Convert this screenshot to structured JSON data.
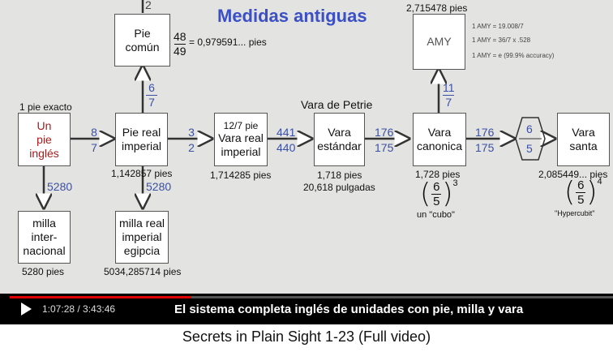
{
  "title": "Medidas antiguas",
  "top_number": "2",
  "boxes": {
    "pie_comun": "Pie\ncomún",
    "un_pie_ingles": "Un\npie\ninglés",
    "pie_real_imperial": "Pie real\nimperial",
    "vara_real_imperial_top": "12/7 pie",
    "vara_real_imperial": "Vara real\nimperial",
    "vara_estandar": "Vara\nestándar",
    "vara_canonica": "Vara\ncanonica",
    "vara_santa": "Vara\nsanta",
    "amy": "AMY",
    "milla_internacional": "milla\ninter-\nnacional",
    "milla_real_imperial_egipcia": "milla real\nimperial\negipcia"
  },
  "ratios": {
    "pie_comun_num": "48",
    "pie_comun_den": "49",
    "pie_comun_value": "= 0,979591... pies",
    "up_num": "6",
    "up_den": "7",
    "ingles_to_imperial_num": "8",
    "ingles_to_imperial_den": "7",
    "imperial_to_vara_num": "3",
    "imperial_to_vara_den": "2",
    "vara_to_estandar_num": "441",
    "vara_to_estandar_den": "440",
    "estandar_to_canonica_num": "176",
    "estandar_to_canonica_den": "175",
    "amy_num": "11",
    "amy_den": "7",
    "canonica_to_santa_num": "176",
    "canonica_to_santa_den": "175",
    "hex_top": "6",
    "hex_bottom": "5",
    "mile_left": "5280",
    "mile_right": "5280"
  },
  "labels": {
    "un_pie_exacto": "1 pie exacto",
    "vara_de_petrie": "Vara de Petrie",
    "amy_value": "2,715478 pies",
    "amy_note_1": "1 AMY = 19.008/7",
    "amy_note_2": "1 AMY = 36/7 x .528",
    "amy_note_3": "1 AMY = e (99.9% accuracy)",
    "imperial_value": "1,142857 pies",
    "vara_value": "1,714285 pies",
    "estandar_value_1": "1,718 pies",
    "estandar_value_2": "20,618 pulgadas",
    "canonica_value": "1,728 pies",
    "un_cubo": "un \"cubo\"",
    "santa_value": "2,085449... pies",
    "hypercubit": "\"Hypercubit\"",
    "milla_internacional_value": "5280 pies",
    "milla_egipcia_value": "5034,285714 pies",
    "frac_num": "6",
    "frac_den": "5",
    "exp_3": "3",
    "exp_4": "4"
  },
  "player": {
    "time": "1:07:28 / 3:43:46",
    "progress": 0.301,
    "subtitle": "El sistema completa inglés de unidades con pie, milla y vara"
  },
  "caption": "Secrets in Plain Sight 1-23 (Full video)"
}
